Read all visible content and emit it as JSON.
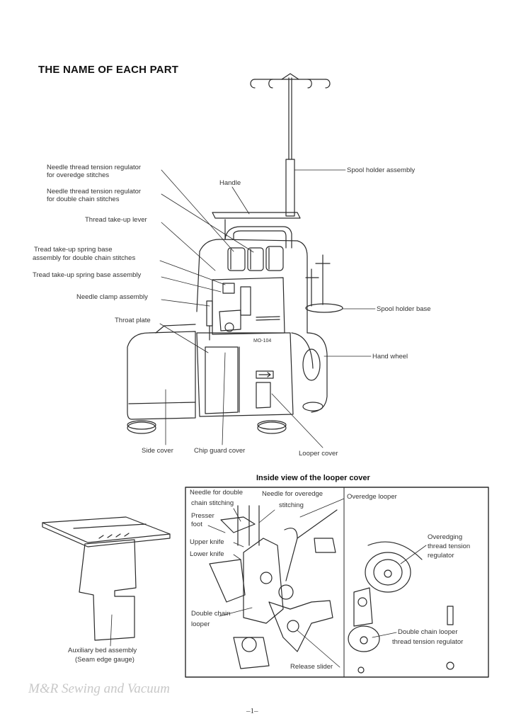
{
  "page": {
    "title": "THE NAME OF EACH PART",
    "page_number": "–1–",
    "watermark": "M&R Sewing and Vacuum"
  },
  "main_labels": {
    "needle_overedge_1": "Needle thread tension regulator",
    "needle_overedge_2": "for overedge stitches",
    "needle_double_1": "Needle thread tension regulator",
    "needle_double_2": "for double chain stitches",
    "handle": "Handle",
    "spool_holder_assembly": "Spool holder assembly",
    "thread_takeup_lever": "Thread take-up lever",
    "tread_spring_double_1": "Tread take-up spring base",
    "tread_spring_double_2": "assembly for double chain stitches",
    "tread_spring_assembly": "Tread take-up spring base assembly",
    "needle_clamp": "Needle clamp assembly",
    "spool_holder_base": "Spool holder base",
    "throat_plate": "Throat plate",
    "hand_wheel": "Hand wheel",
    "side_cover": "Side cover",
    "chip_guard_cover": "Chip guard cover",
    "looper_cover": "Looper cover",
    "model_plate": "MO-104"
  },
  "aux": {
    "label_1": "Auxiliary bed assembly",
    "label_2": "(Seam edge gauge)"
  },
  "inset": {
    "title": "Inside view of the looper cover",
    "needle_double_1": "Needle for double",
    "needle_double_2": "chain stitching",
    "needle_overedge_1": "Needle for overedge",
    "needle_overedge_2": "stitching",
    "overedge_looper": "Overedge looper",
    "presser_foot_1": "Presser",
    "presser_foot_2": "foot",
    "upper_knife": "Upper knife",
    "lower_knife": "Lower knife",
    "overedging_reg_1": "Overedging",
    "overedging_reg_2": "thread tension",
    "overedging_reg_3": "regulator",
    "double_chain_looper_1": "Double chain",
    "double_chain_looper_2": "looper",
    "double_chain_reg_1": "Double chain looper",
    "double_chain_reg_2": "thread tension regulator",
    "release_slider": "Release slider"
  }
}
